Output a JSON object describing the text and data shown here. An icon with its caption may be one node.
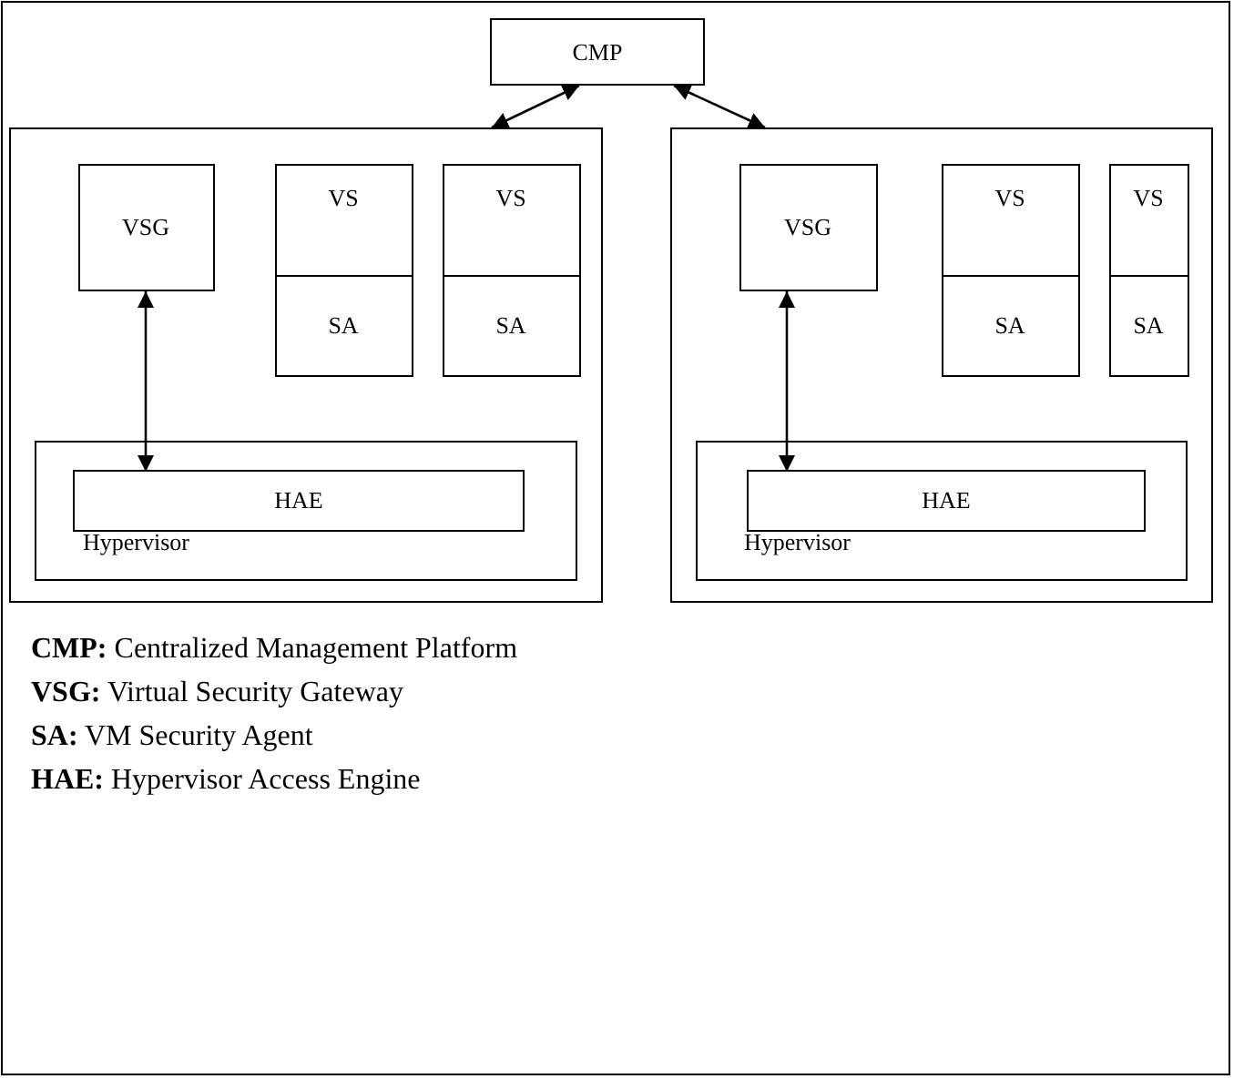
{
  "diagram": {
    "nodes": [
      {
        "text": [
          "CMP"
        ]
      },
      {
        "text": [],
        "shape": "box"
      },
      {
        "text": [
          "VSG"
        ],
        "in": 1
      },
      {
        "text": [
          "VS"
        ],
        "in": 1
      },
      {
        "text": [
          "VS"
        ],
        "in": 1
      },
      {
        "text": [
          "SA"
        ],
        "in": 1
      },
      {
        "text": [
          "SA"
        ],
        "in": 1
      },
      {
        "text": [
          "Hypervisor"
        ],
        "in": 1
      },
      {
        "text": [
          "HAE"
        ],
        "in": 7
      },
      {
        "text": [],
        "shape": "box"
      },
      {
        "text": [
          "VSG"
        ],
        "in": 9
      },
      {
        "text": [
          "VS"
        ],
        "in": 9
      },
      {
        "text": [
          "VS"
        ],
        "in": 9
      },
      {
        "text": [
          "SA"
        ],
        "in": 9
      },
      {
        "text": [
          "SA"
        ],
        "in": 9
      },
      {
        "text": [
          "Hypervisor"
        ],
        "in": 9
      },
      {
        "text": [
          "HAE"
        ],
        "in": 15
      }
    ],
    "edges": [
      {
        "from": 0,
        "to": 1,
        "arrow": "both"
      },
      {
        "from": 0,
        "to": 9,
        "arrow": "both"
      },
      {
        "from": 2,
        "to": 8,
        "arrow": "both"
      },
      {
        "from": 10,
        "to": 16,
        "arrow": "both"
      }
    ],
    "labels": [
      "**CMP:** Centralized Management Platform",
      "**VSG:** Virtual Security Gateway",
      "**SA:** VM Security Agent",
      "**HAE:** Hypervisor Access Engine"
    ]
  }
}
